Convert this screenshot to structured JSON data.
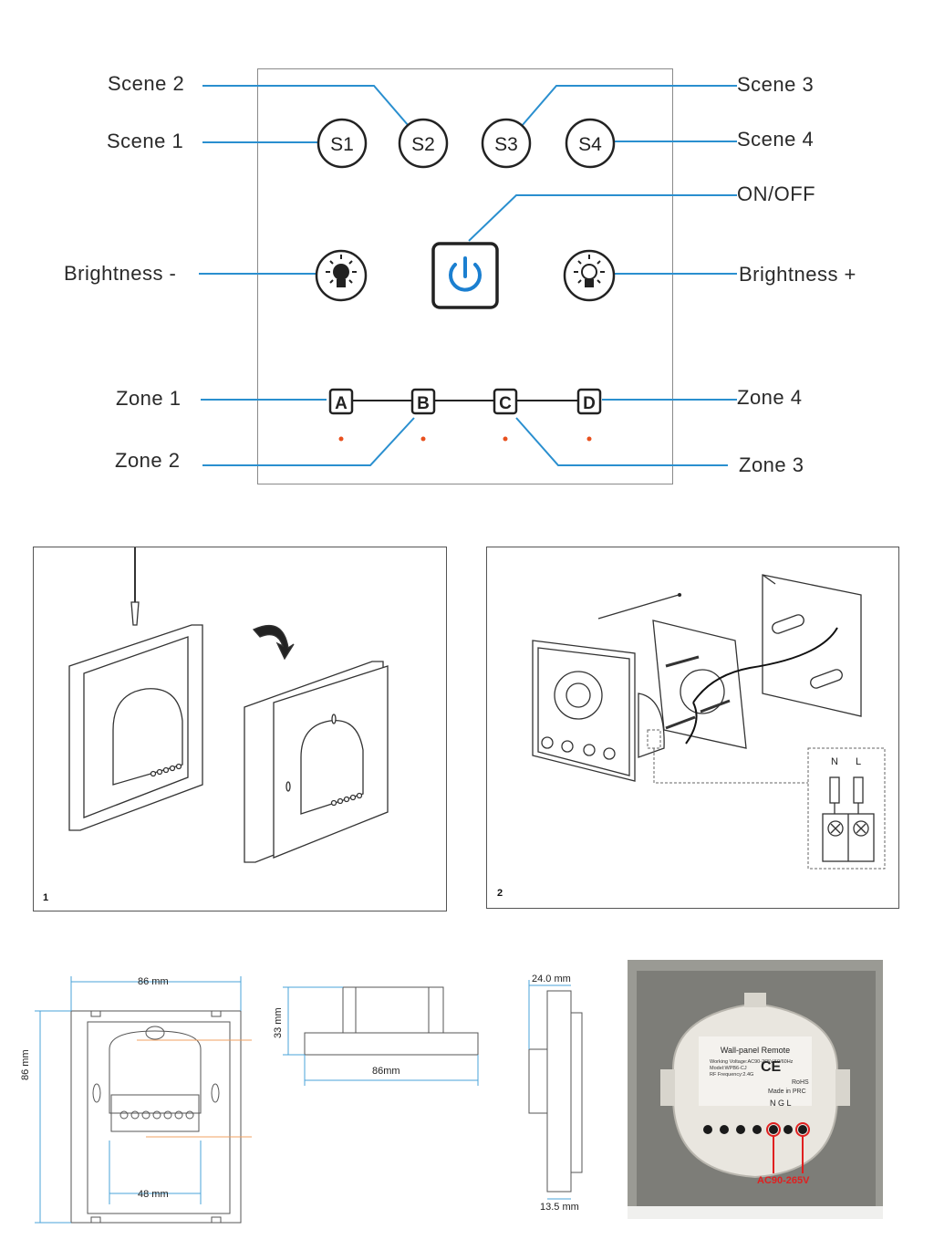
{
  "layout_labels": {
    "scene1": "Scene 1",
    "scene2": "Scene 2",
    "scene3": "Scene 3",
    "scene4": "Scene 4",
    "on_off": "ON/OFF",
    "brightness_minus": "Brightness -",
    "brightness_plus": "Brightness +",
    "zone1": "Zone 1",
    "zone2": "Zone 2",
    "zone3": "Zone 3",
    "zone4": "Zone 4"
  },
  "panel_buttons": {
    "s1": "S1",
    "s2": "S2",
    "s3": "S3",
    "s4": "S4",
    "a": "A",
    "b": "B",
    "c": "C",
    "d": "D"
  },
  "install": {
    "step1": "1",
    "step2": "2",
    "terminal_n": "N",
    "terminal_l": "L"
  },
  "dimensions": {
    "front_width": "86 mm",
    "front_height": "86 mm",
    "front_inner": "48 mm",
    "side_height": "33 mm",
    "side_width": "86mm",
    "depth_top": "24.0 mm",
    "depth_bottom": "13.5 mm"
  },
  "photo_label": {
    "title": "Wall-panel Remote",
    "line1": "Working Voltage:AC90-265V,50/60Hz",
    "line2": "Model:WPB6-CJ",
    "line3": "RF Frequency:2.4G",
    "rohs": "RoHS",
    "made_in": "Made in PRC",
    "terminals": "N   G   L",
    "voltage": "AC90-265V"
  },
  "colors": {
    "leader_line": "#2a8fcf",
    "power_icon": "#1b7fd0",
    "zone_dot": "#e8501e",
    "voltage_red": "#e02020"
  }
}
